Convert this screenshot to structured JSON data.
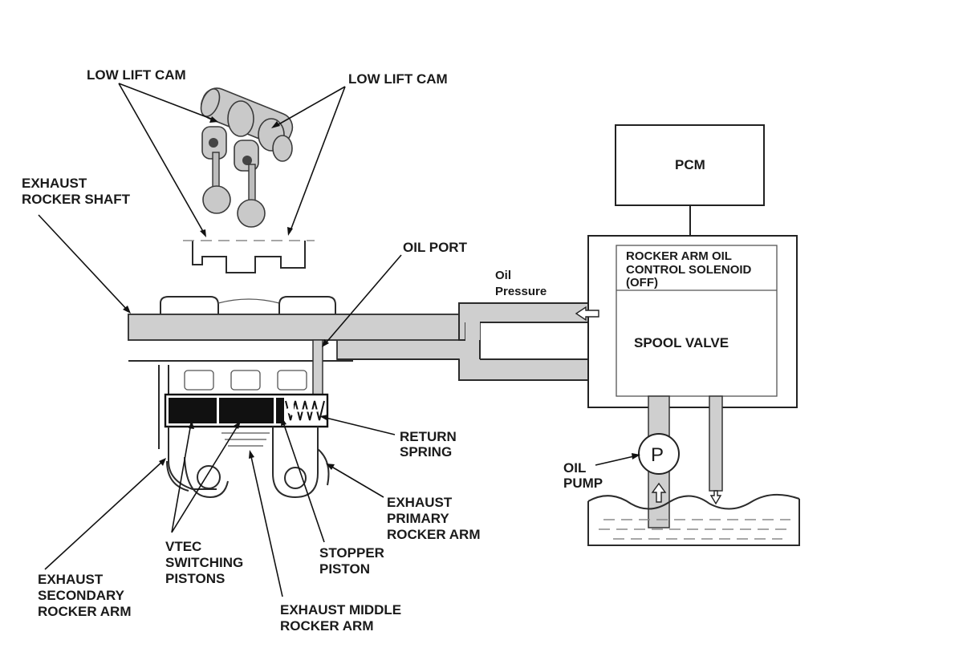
{
  "labels": {
    "low_lift_cam_left": "LOW LIFT CAM",
    "low_lift_cam_right": "LOW LIFT CAM",
    "exhaust_rocker_shaft": [
      "EXHAUST",
      "ROCKER SHAFT"
    ],
    "oil_port": "OIL PORT",
    "oil_pressure": [
      "Oil",
      "Pressure"
    ],
    "pcm": "PCM",
    "solenoid": [
      "ROCKER ARM OIL",
      "CONTROL SOLENOID",
      "(OFF)"
    ],
    "spool_valve": "SPOOL VALVE",
    "return_spring": [
      "RETURN",
      "SPRING"
    ],
    "oil_pump": [
      "OIL",
      "PUMP"
    ],
    "pump_symbol": "P",
    "exhaust_primary_rocker_arm": [
      "EXHAUST",
      "PRIMARY",
      "ROCKER ARM"
    ],
    "stopper_piston": [
      "STOPPER",
      "PISTON"
    ],
    "vtec_switching_pistons": [
      "VTEC",
      "SWITCHING",
      "PISTONS"
    ],
    "exhaust_secondary_rocker_arm": [
      "EXHAUST",
      "SECONDARY",
      "ROCKER ARM"
    ],
    "exhaust_middle_rocker_arm": [
      "EXHAUST MIDDLE",
      "ROCKER ARM"
    ]
  },
  "colors": {
    "line": "#222222",
    "pipe_fill": "#cfcfcf",
    "oil_arrow_fill": "#ffffff",
    "piston_fill": "#111111"
  }
}
